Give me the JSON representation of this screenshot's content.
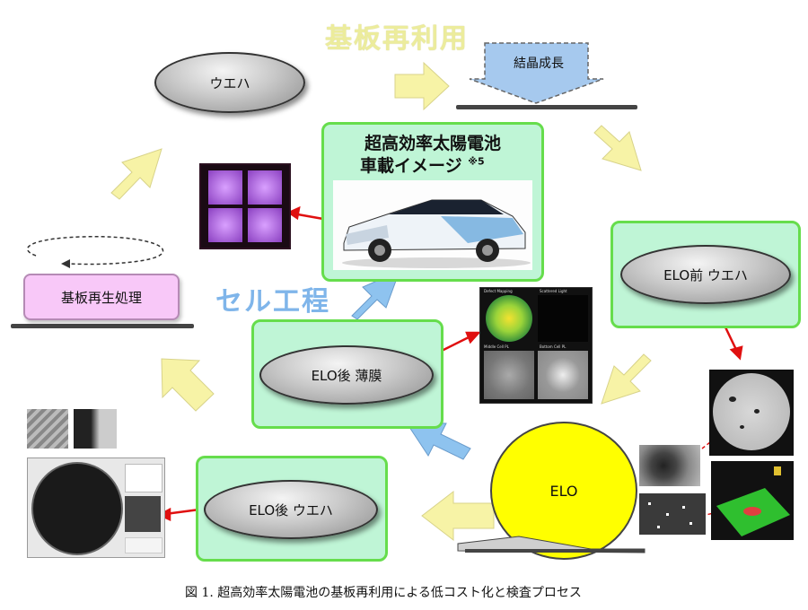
{
  "title_reuse": "基板再利用",
  "title_cell": "セル工程",
  "nodes": {
    "wafer": "ウエハ",
    "crystal_growth": "結晶成長",
    "elo_before": "ELO前 ウエハ",
    "elo": "ELO",
    "elo_after_wafer": "ELO後 ウエハ",
    "elo_after_film": "ELO後 薄膜",
    "substrate_reprocess": "基板再生処理"
  },
  "center_box": {
    "line1": "超高効率太陽電池",
    "line2": "車載イメージ",
    "note": "※5"
  },
  "micro_labels": {
    "defect_mapping": "Defect Mapping",
    "scattered_light": "Scattered Light",
    "middle_cell_pl": "Middle Cell PL",
    "bottom_cell_pl": "Bottom Cell PL"
  },
  "caption": "図 1. 超高効率太陽電池の基板再利用による低コスト化と検査プロセス",
  "colors": {
    "yellow_arrow": "#f7f3a6",
    "blue_arrow": "#8ec3ef",
    "green_fill": "#bff5d6",
    "green_border": "#66dd4c",
    "title_yellow": "#ecec9c",
    "title_blue": "#7fb5ea",
    "elo_yellow": "#ffff00",
    "red_arrow": "#e01010"
  }
}
